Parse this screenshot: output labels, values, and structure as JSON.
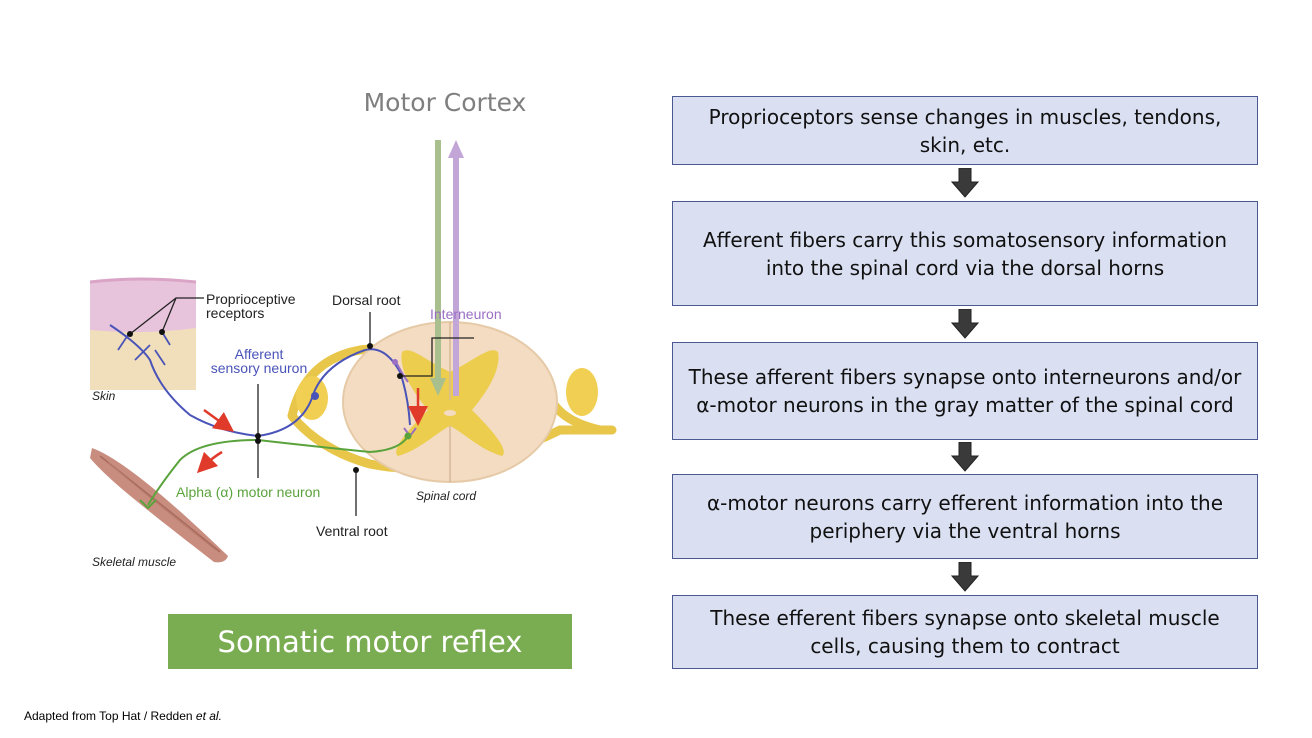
{
  "diagram": {
    "motor_cortex_label": "Motor Cortex",
    "labels": {
      "proprioceptive_line1": "Proprioceptive",
      "proprioceptive_line2": "receptors",
      "dorsal_root": "Dorsal root",
      "interneuron": "Interneuron",
      "afferent_line1": "Afferent",
      "afferent_line2": "sensory neuron",
      "skin": "Skin",
      "alpha_motor_neuron": "Alpha (α) motor neuron",
      "spinal_cord": "Spinal cord",
      "ventral_root": "Ventral root",
      "skeletal_muscle": "Skeletal muscle"
    },
    "colors": {
      "afferent": "#4a54b8",
      "motor": "#5aa33c",
      "interneuron": "#9b6fc4",
      "descending_arrow": "#a9bf8e",
      "ascending_arrow": "#c3a6d8",
      "reflex_arrow": "#e03a2a"
    }
  },
  "banner": {
    "title": "Somatic motor reflex",
    "color": "#7aad52"
  },
  "flowchart": {
    "steps": [
      "Proprioceptors sense changes in muscles, tendons, skin, etc.",
      "Afferent fibers carry this somatosensory information into the spinal cord via the dorsal horns",
      "These afferent fibers synapse onto interneurons and/or α-motor neurons in the gray matter of the spinal cord",
      "α-motor neurons carry efferent information into the periphery via the ventral horns",
      "These efferent fibers synapse onto skeletal muscle cells, causing them to contract"
    ],
    "box_color": "#dae0f2",
    "border_color": "#4a5a90",
    "arrow_color": "#3a3a3a"
  },
  "citation": {
    "text": "Adapted from Top Hat / Redden ",
    "emphasis": "et al."
  }
}
